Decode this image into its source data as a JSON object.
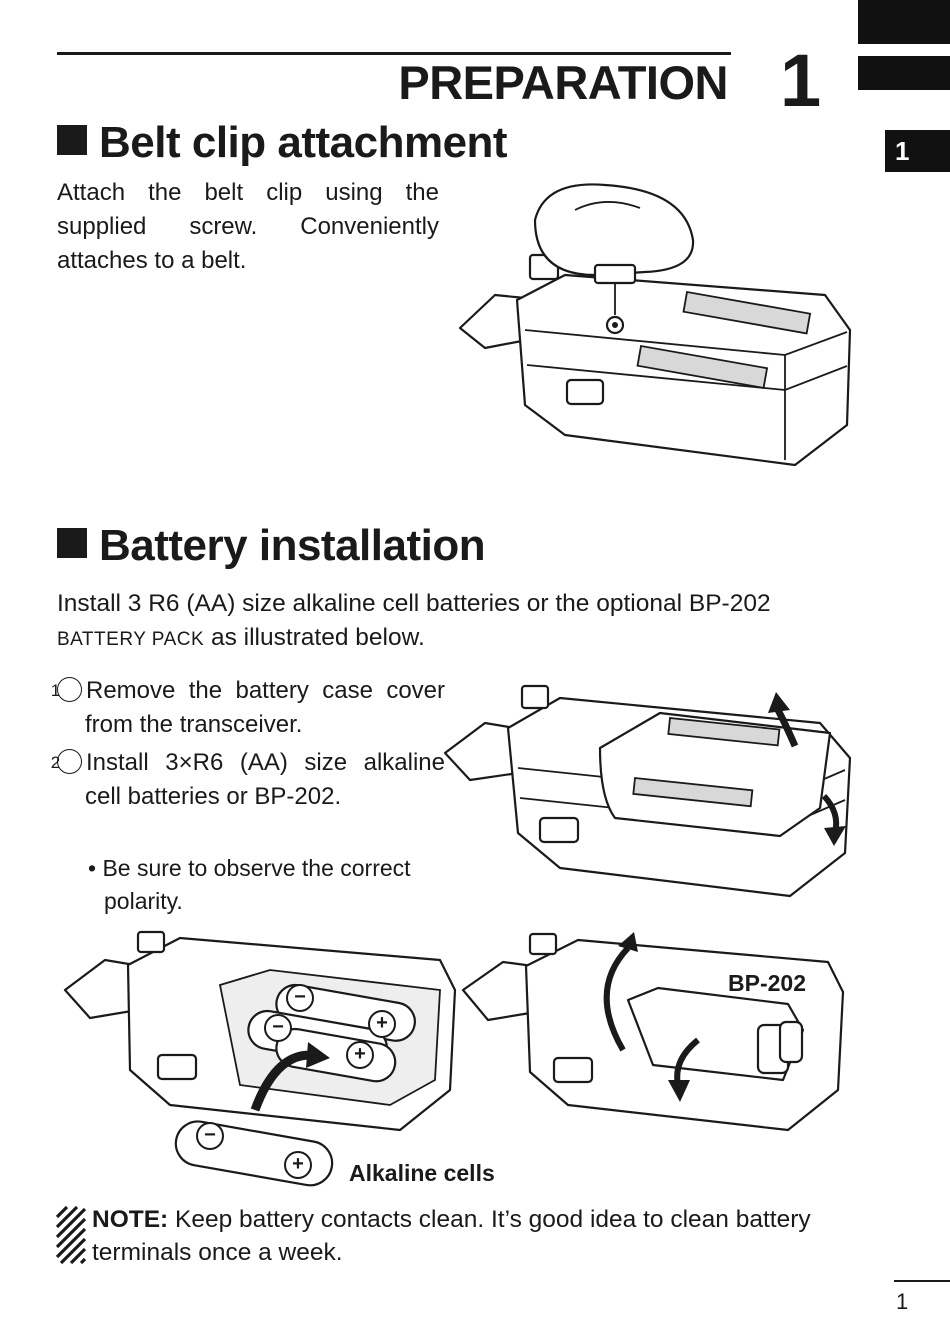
{
  "header": {
    "chapter_title": "PREPARATION",
    "chapter_number": "1",
    "side_tab": "1"
  },
  "belt_clip": {
    "heading": "Belt clip attachment",
    "body": "Attach the belt clip using the supplied screw. Conveniently attaches to a belt."
  },
  "battery": {
    "heading": "Battery installation",
    "intro_part1": "Install 3 R6 (AA) size alkaline cell batteries or the optional BP-202 ",
    "intro_smallcaps": "BATTERY PACK",
    "intro_part2": " as illustrated below.",
    "step1_num": "1",
    "step1_text": "Remove the battery case cover from the transceiver.",
    "step2_num": "2",
    "step2_text": "Install 3×R6 (AA) size alkaline cell batteries or BP-202.",
    "bullet": "• Be sure to observe the correct polarity.",
    "label_bp": "BP-202",
    "label_alkaline": "Alkaline cells"
  },
  "note": {
    "label": "NOTE:",
    "text": " Keep battery contacts clean. It’s good idea to clean battery terminals once a week."
  },
  "footer": {
    "page_number": "1"
  },
  "glyphs": {
    "minus": "−",
    "plus": "+"
  }
}
